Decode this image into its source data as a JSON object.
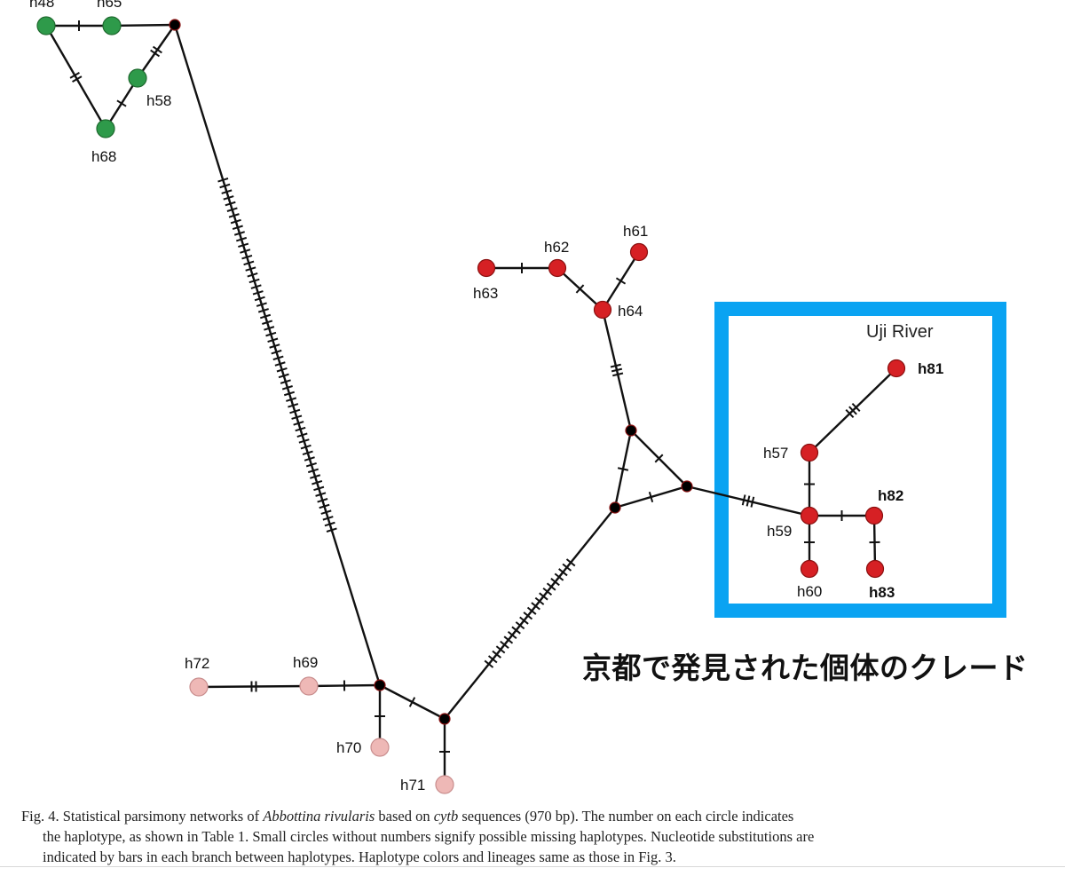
{
  "colors": {
    "green": "#2e9a4a",
    "red": "#d62024",
    "pink": "#eeb8b6",
    "missing": "#000000",
    "highlight": "#0aa3f2"
  },
  "chart_data": {
    "type": "network",
    "title": "",
    "region_label": "Uji River",
    "nodes": [
      {
        "id": "h48",
        "label": "h48",
        "group": "green",
        "bold": false
      },
      {
        "id": "h65",
        "label": "h65",
        "group": "green",
        "bold": false
      },
      {
        "id": "h58",
        "label": "h58",
        "group": "green",
        "bold": false
      },
      {
        "id": "h68",
        "label": "h68",
        "group": "green",
        "bold": false
      },
      {
        "id": "h63",
        "label": "h63",
        "group": "red",
        "bold": false
      },
      {
        "id": "h62",
        "label": "h62",
        "group": "red",
        "bold": false
      },
      {
        "id": "h61",
        "label": "h61",
        "group": "red",
        "bold": false
      },
      {
        "id": "h64",
        "label": "h64",
        "group": "red",
        "bold": false
      },
      {
        "id": "h57",
        "label": "h57",
        "group": "red",
        "bold": false
      },
      {
        "id": "h81",
        "label": "h81",
        "group": "red",
        "bold": true
      },
      {
        "id": "h59",
        "label": "h59",
        "group": "red",
        "bold": false
      },
      {
        "id": "h82",
        "label": "h82",
        "group": "red",
        "bold": true
      },
      {
        "id": "h60",
        "label": "h60",
        "group": "red",
        "bold": false
      },
      {
        "id": "h83",
        "label": "h83",
        "group": "red",
        "bold": true
      },
      {
        "id": "h72",
        "label": "h72",
        "group": "pink",
        "bold": false
      },
      {
        "id": "h69",
        "label": "h69",
        "group": "pink",
        "bold": false
      },
      {
        "id": "h70",
        "label": "h70",
        "group": "pink",
        "bold": false
      },
      {
        "id": "h71",
        "label": "h71",
        "group": "pink",
        "bold": false
      },
      {
        "id": "m1",
        "label": "",
        "group": "missing",
        "bold": false
      },
      {
        "id": "m2",
        "label": "",
        "group": "missing",
        "bold": false
      },
      {
        "id": "m3",
        "label": "",
        "group": "missing",
        "bold": false
      },
      {
        "id": "m4",
        "label": "",
        "group": "missing",
        "bold": false
      },
      {
        "id": "m5",
        "label": "",
        "group": "missing",
        "bold": false
      },
      {
        "id": "m6",
        "label": "",
        "group": "missing",
        "bold": false
      }
    ],
    "edges": [
      {
        "source": "h48",
        "target": "h65",
        "substitutions": 1
      },
      {
        "source": "h65",
        "target": "m1",
        "substitutions": 0
      },
      {
        "source": "m1",
        "target": "h58",
        "substitutions": 2
      },
      {
        "source": "h58",
        "target": "h68",
        "substitutions": 1
      },
      {
        "source": "h48",
        "target": "h68",
        "substitutions": 2
      },
      {
        "source": "m1",
        "target": "m5",
        "substitutions": 60
      },
      {
        "source": "h63",
        "target": "h62",
        "substitutions": 1
      },
      {
        "source": "h62",
        "target": "h64",
        "substitutions": 1
      },
      {
        "source": "h61",
        "target": "h64",
        "substitutions": 1
      },
      {
        "source": "h64",
        "target": "m2",
        "substitutions": 3
      },
      {
        "source": "m2",
        "target": "m4",
        "substitutions": 1
      },
      {
        "source": "m2",
        "target": "m3",
        "substitutions": 1
      },
      {
        "source": "m3",
        "target": "m4",
        "substitutions": 1
      },
      {
        "source": "m3",
        "target": "h59",
        "substitutions": 3
      },
      {
        "source": "h59",
        "target": "h57",
        "substitutions": 1
      },
      {
        "source": "h57",
        "target": "h81",
        "substitutions": 3
      },
      {
        "source": "h59",
        "target": "h82",
        "substitutions": 1
      },
      {
        "source": "h82",
        "target": "h83",
        "substitutions": 1
      },
      {
        "source": "h59",
        "target": "h60",
        "substitutions": 1
      },
      {
        "source": "m4",
        "target": "m6",
        "substitutions": 22
      },
      {
        "source": "h72",
        "target": "h69",
        "substitutions": 2
      },
      {
        "source": "h69",
        "target": "m5",
        "substitutions": 1
      },
      {
        "source": "m5",
        "target": "h70",
        "substitutions": 1
      },
      {
        "source": "m5",
        "target": "m6",
        "substitutions": 1
      },
      {
        "source": "m6",
        "target": "h71",
        "substitutions": 1
      }
    ]
  },
  "overlay": {
    "clade_label": "京都で発見された個体のクレード"
  },
  "caption": {
    "line1_a": "Fig. 4. Statistical parsimony networks of ",
    "line1_species": "Abbottina rivularis",
    "line1_b": " based on ",
    "line1_gene": "cytb",
    "line1_c": " sequences (970 bp). The number on each circle indicates",
    "line2": "the haplotype, as shown in Table 1. Small circles without numbers signify possible missing haplotypes. Nucleotide substitutions are",
    "line3": "indicated by bars in each branch between haplotypes. Haplotype colors and lineages same as those in Fig. 3."
  }
}
